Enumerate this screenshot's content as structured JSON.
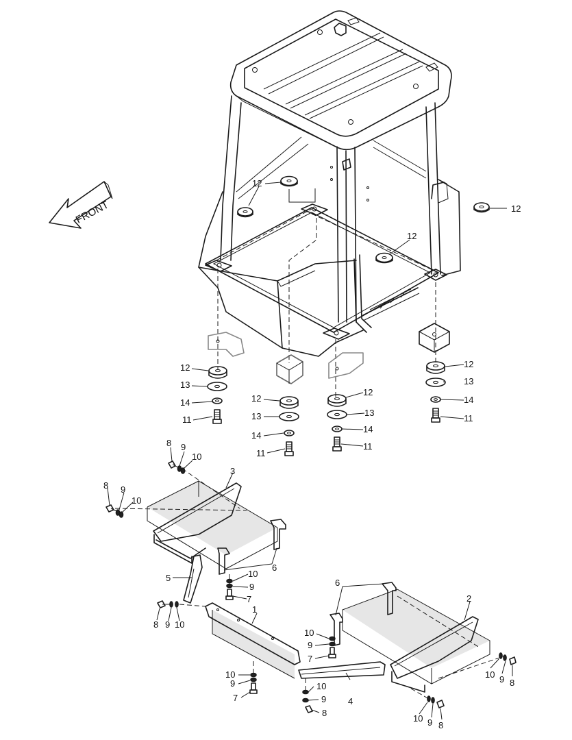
{
  "direction_label": "FRONT",
  "labels": {
    "l1": "1",
    "l2": "2",
    "l3": "3",
    "l4": "4",
    "l5": "5",
    "l6": "6",
    "l7": "7",
    "l8": "8",
    "l9": "9",
    "l10": "10",
    "l11": "11",
    "l12": "12",
    "l13": "13",
    "l14": "14"
  }
}
